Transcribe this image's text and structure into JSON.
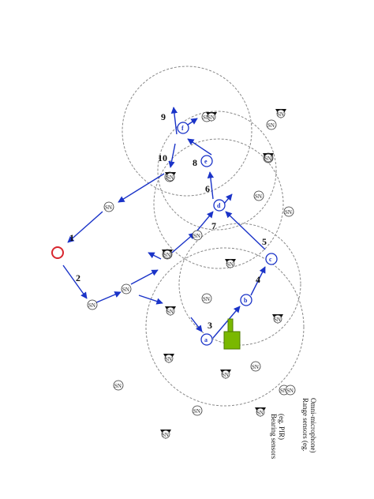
{
  "sensor_label": "SN",
  "step_numbers": [
    "1",
    "2",
    "3",
    "4",
    "5",
    "6",
    "7",
    "8",
    "9",
    "10"
  ],
  "path_nodes": [
    "a",
    "b",
    "c",
    "d",
    "e",
    "f"
  ],
  "legend": {
    "bearing_line1": "Bearing sensors",
    "bearing_line2": "(eg. PIR)",
    "range_line1": "Range sensors (eg.",
    "range_line2": "Omni-microphone)"
  },
  "colors": {
    "path": "#1a33c8",
    "target": "#7ab800",
    "start": "#d8262e",
    "circle": "#888888"
  }
}
